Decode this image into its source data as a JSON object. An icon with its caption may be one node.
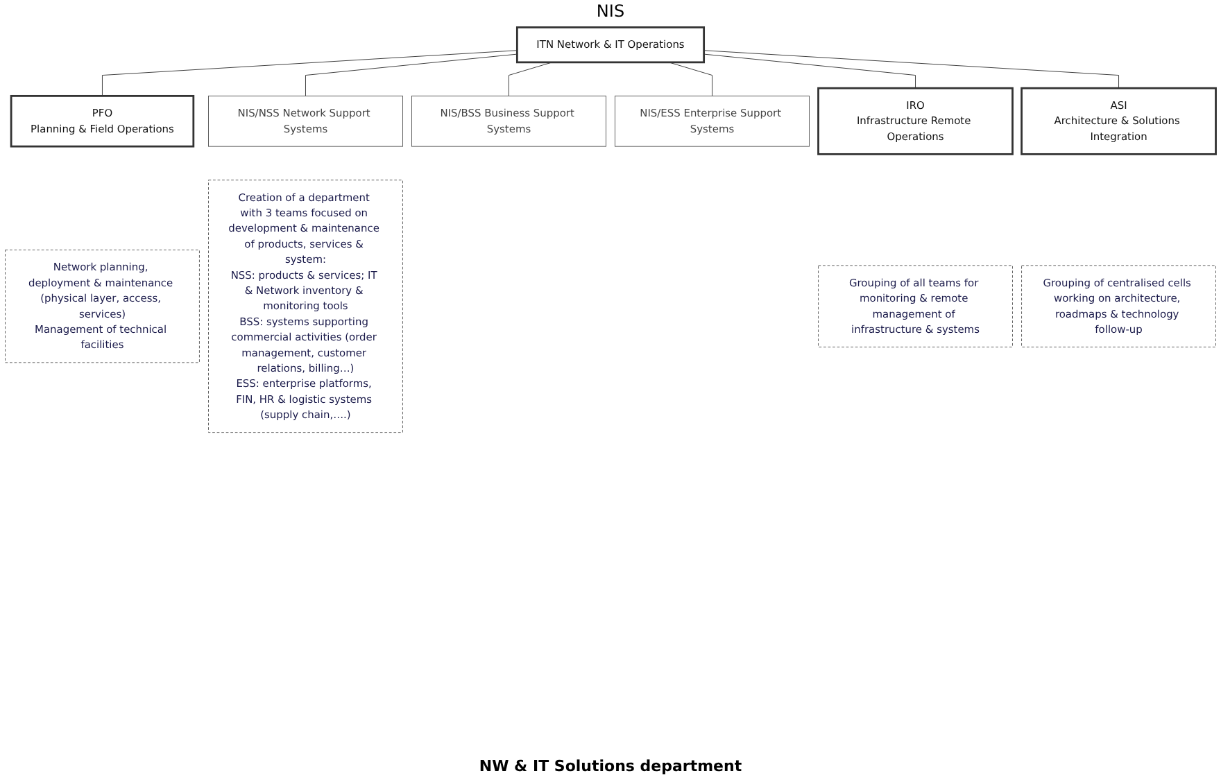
{
  "diagram": {
    "nodes": [
      {
        "text": [
          "ITN Network & IT Operations"
        ]
      },
      {
        "text": [
          "PFO",
          "Planning & Field Operations"
        ]
      },
      {
        "text": [
          "NIS/NSS Network Support Systems"
        ]
      },
      {
        "text": [
          "NIS/BSS Business Support Systems"
        ]
      },
      {
        "text": [
          "NIS/ESS Enterprise Support Systems"
        ]
      },
      {
        "text": [
          "IRO",
          "Infrastructure Remote Operations"
        ]
      },
      {
        "text": [
          "ASI",
          "Architecture & Solutions Integration"
        ]
      },
      {
        "text": [
          "Network planning, deployment & maintenance (physical layer, access, services)",
          "Management of technical facilities"
        ]
      },
      {
        "text": [
          "Creation of a department with 3 teams focused on development & maintenance of products, services & system:",
          "NSS: products & services; IT & Network inventory & monitoring tools",
          "BSS: systems supporting commercial activities (order management, customer relations, billing…)",
          "ESS: enterprise platforms, FIN, HR & logistic systems (supply chain,….)"
        ]
      },
      {
        "text": [
          "Grouping of all teams for monitoring & remote management of infrastructure & systems"
        ]
      },
      {
        "text": [
          "Grouping of centralised cells working on architecture, roadmaps & technology follow-up"
        ]
      }
    ],
    "edges": [
      {
        "from": 0,
        "to": 1,
        "arrow": "none"
      },
      {
        "from": 0,
        "to": 2,
        "arrow": "none"
      },
      {
        "from": 0,
        "to": 3,
        "arrow": "none"
      },
      {
        "from": 0,
        "to": 4,
        "arrow": "none"
      },
      {
        "from": 0,
        "to": 5,
        "arrow": "none"
      },
      {
        "from": 0,
        "to": 6,
        "arrow": "none"
      }
    ],
    "labels": [
      "NIS",
      "NW & IT Solutions department"
    ]
  }
}
